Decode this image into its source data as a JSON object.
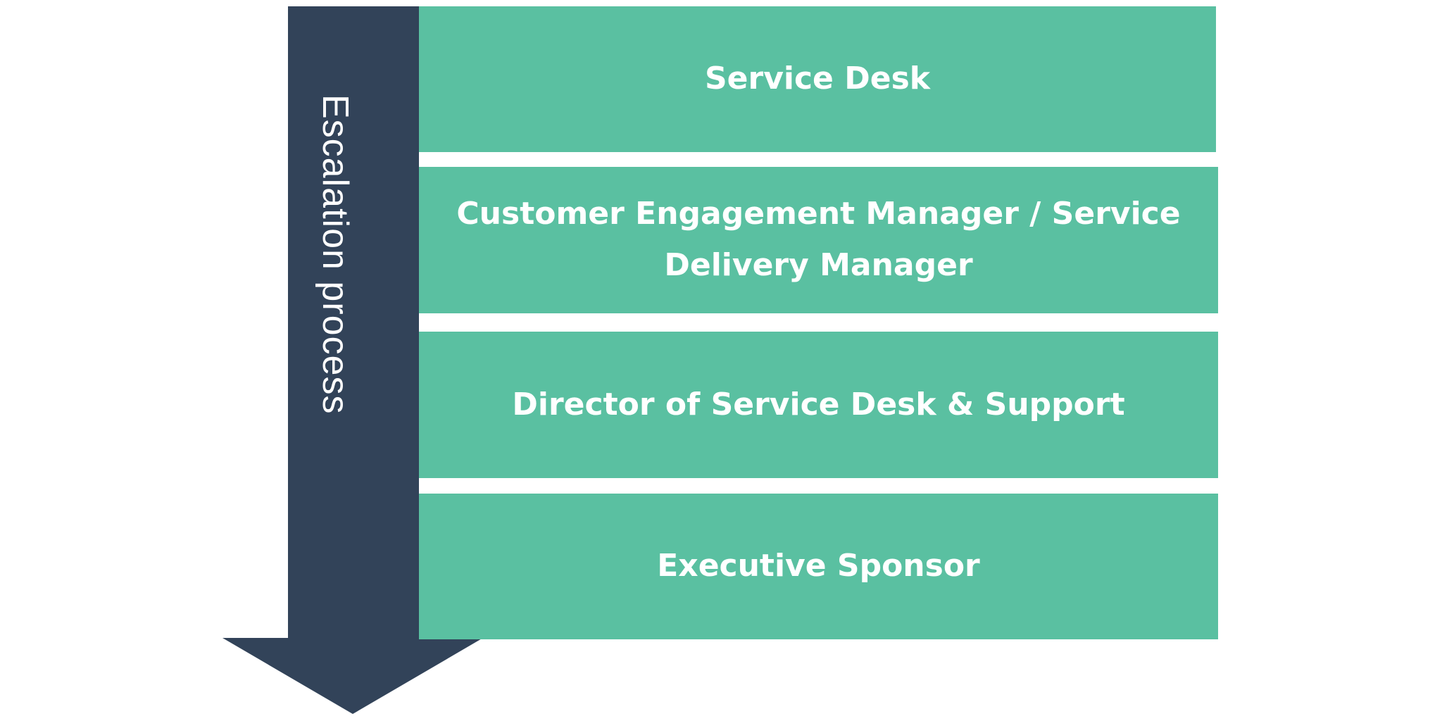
{
  "colors": {
    "arrow": "#324359",
    "tier_fill": "#5ac0a1",
    "text": "#ffffff",
    "background": "#ffffff"
  },
  "arrow": {
    "label": "Escalation process",
    "direction": "down"
  },
  "tiers": [
    {
      "label": "Service Desk"
    },
    {
      "label": "Customer Engagement Manager / Service Delivery Manager"
    },
    {
      "label": "Director of Service Desk & Support"
    },
    {
      "label": "Executive Sponsor"
    }
  ]
}
